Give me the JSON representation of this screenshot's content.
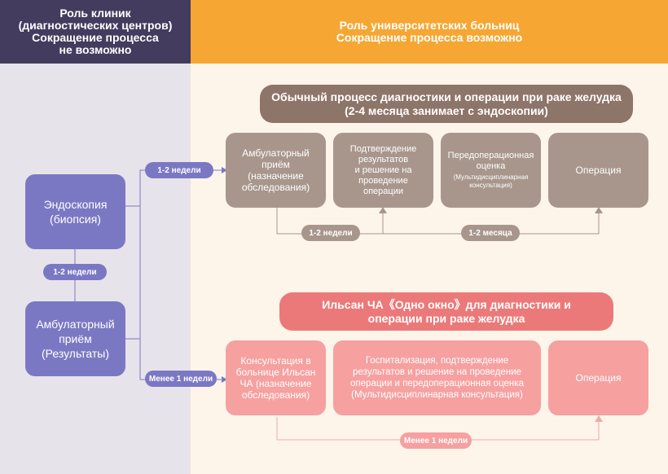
{
  "colors": {
    "header_left": "#443c5e",
    "header_right": "#f6a633",
    "bg_left": "#e7e3ea",
    "bg_right": "#fdf5ea",
    "purple": "#7b78c3",
    "taupe": "#a8968c",
    "brown": "#8e7569",
    "pink": "#f6a0a0",
    "salmon": "#ec7979"
  },
  "header": {
    "left": "Роль клиник\n(диагностических центров)\nСокращение процесса\nне возможно",
    "right": "Роль университетских больниц\nСокращение процесса возможно"
  },
  "left": {
    "endoscopy": "Эндоскопия\n(биопсия)",
    "weeks_pill": "1-2 недели",
    "outpatient": "Амбулаторный\nприём\n(Результаты)"
  },
  "branches": {
    "upper_pill": "1-2 недели",
    "lower_pill": "Менее 1 недели"
  },
  "usual": {
    "title": "Обычный процесс диагностики и операции при раке желудка\n(2-4 месяца занимает с эндоскопии)",
    "steps": [
      "Амбулаторный\nприём\n(назначение\nобследования)",
      "Подтверждение\nрезультатов\nи решение на\nпроведение\nоперации",
      "Передоперационная\nоценка",
      "Операция"
    ],
    "step3_sub": "(Мультидисциплинарная\nконсультация)",
    "pill_a": "1-2 недели",
    "pill_b": "1-2 месяца"
  },
  "ilsan": {
    "title": "Ильсан ЧА《Одно окно》для диагностики и\nоперации при раке желудка",
    "steps": [
      "Консультация в\nбольнице Ильсан\nЧА (назначение\nобследования)",
      "Госпитализация, подтверждение\nрезультатов и решение на проведение\nоперации и передоперационная оценка\n(Мультидисциплинарная консультация)",
      "Операция"
    ],
    "pill": "Менее 1 недели"
  }
}
